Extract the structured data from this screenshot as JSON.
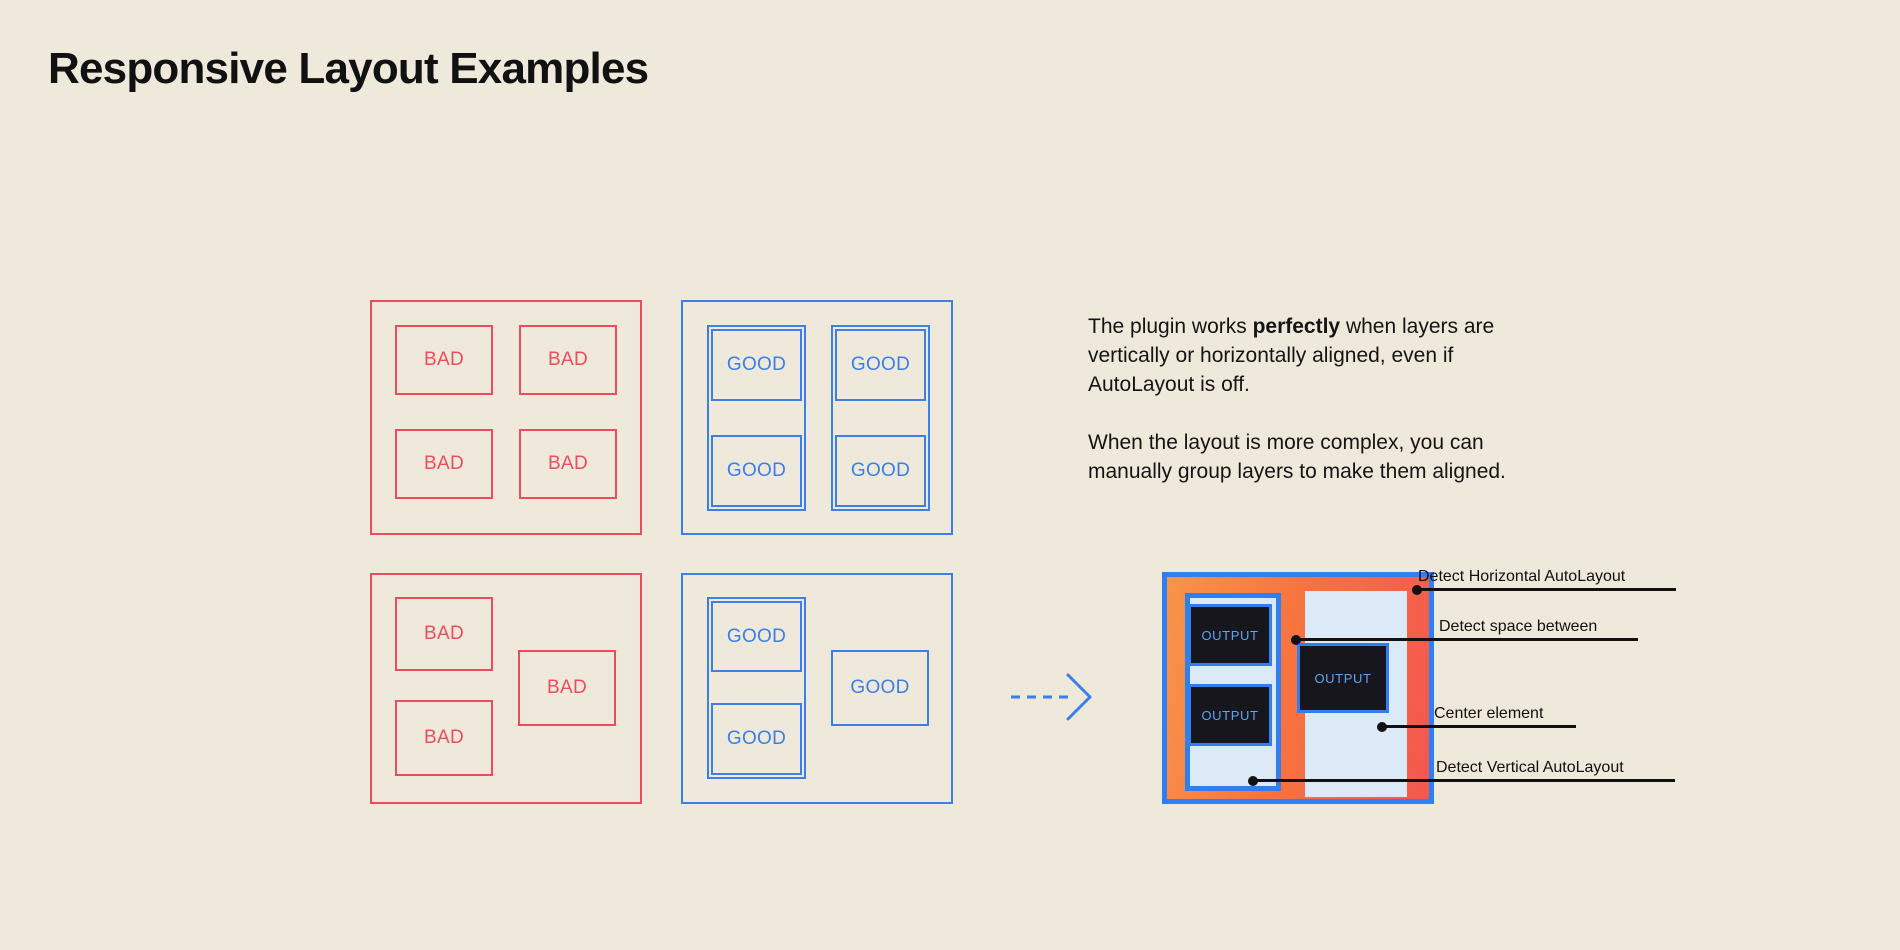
{
  "page": {
    "title": "Responsive Layout Examples",
    "background_color": "#efe9dc",
    "bad_color": "#ef4b5e",
    "good_color": "#3b7fe8",
    "text_color": "#141414"
  },
  "examples": {
    "bad_grid": {
      "kind": "bad",
      "cells": [
        {
          "label": "BAD"
        },
        {
          "label": "BAD"
        },
        {
          "label": "BAD"
        },
        {
          "label": "BAD"
        }
      ]
    },
    "good_grid": {
      "kind": "good",
      "cells": [
        {
          "label": "GOOD"
        },
        {
          "label": "GOOD"
        },
        {
          "label": "GOOD"
        },
        {
          "label": "GOOD"
        }
      ]
    },
    "bad_offset": {
      "kind": "bad",
      "cells": [
        {
          "label": "BAD"
        },
        {
          "label": "BAD"
        },
        {
          "label": "BAD"
        }
      ]
    },
    "good_offset": {
      "kind": "good",
      "cells": [
        {
          "label": "GOOD"
        },
        {
          "label": "GOOD"
        },
        {
          "label": "GOOD"
        }
      ]
    }
  },
  "copy": {
    "paragraph_1_before": "The plugin works ",
    "paragraph_1_bold": "perfectly",
    "paragraph_1_after": " when layers are vertically or horizontally aligned, even if AutoLayout is off.",
    "paragraph_2": "When the layout is more complex, you can manually group layers to make them aligned."
  },
  "arrow": {
    "icon": "dashed-arrow-right-icon",
    "color": "#3b7fe8"
  },
  "preview": {
    "frame_border_color": "#2f7ff0",
    "gradient_from": "#f9944a",
    "gradient_to": "#f4574f",
    "panel_color": "#dce9f7",
    "output_labels": [
      {
        "label": "OUTPUT"
      },
      {
        "label": "OUTPUT"
      },
      {
        "label": "OUTPUT"
      }
    ]
  },
  "callouts": [
    {
      "label": "Detect Horizontal AutoLayout"
    },
    {
      "label": "Detect space between"
    },
    {
      "label": "Center element"
    },
    {
      "label": "Detect Vertical AutoLayout"
    }
  ]
}
